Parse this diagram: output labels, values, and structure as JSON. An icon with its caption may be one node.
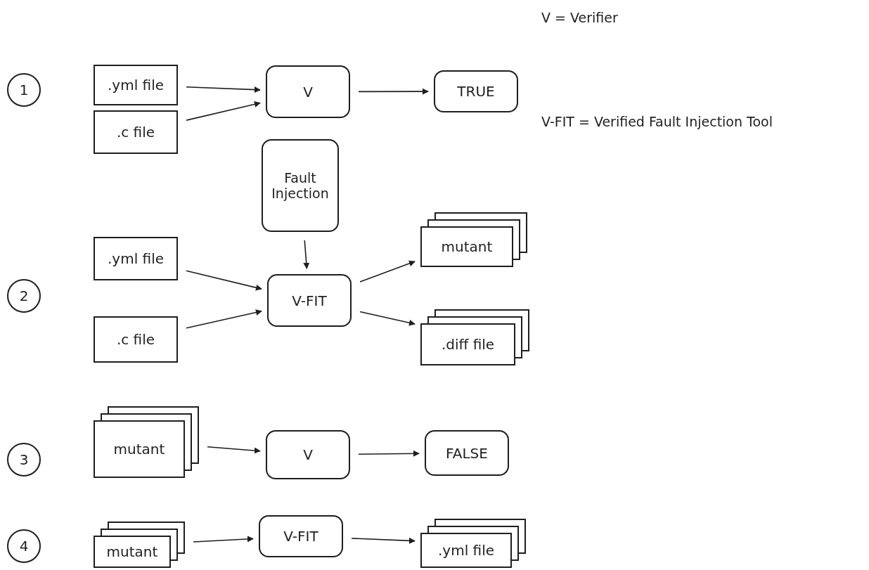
{
  "diagram": {
    "nodes": [
      {
        "text": [
          "1"
        ]
      },
      {
        "text": [
          ".yml file"
        ]
      },
      {
        "text": [
          ".c file"
        ]
      },
      {
        "text": [
          "V"
        ]
      },
      {
        "text": [
          "TRUE"
        ]
      },
      {
        "text": [
          "Fault Injection"
        ]
      },
      {
        "text": [
          "2"
        ]
      },
      {
        "text": [
          ".yml file"
        ]
      },
      {
        "text": [
          ".c file"
        ]
      },
      {
        "text": [
          "V-FIT"
        ]
      },
      {
        "text": [
          "mutant"
        ]
      },
      {
        "text": [
          ".diff file"
        ]
      },
      {
        "text": [
          "3"
        ]
      },
      {
        "text": [
          "mutant"
        ]
      },
      {
        "text": [
          "V"
        ]
      },
      {
        "text": [
          "FALSE"
        ]
      },
      {
        "text": [
          "4"
        ]
      },
      {
        "text": [
          "mutant"
        ]
      },
      {
        "text": [
          "V-FIT"
        ]
      },
      {
        "text": [
          ".yml file"
        ]
      }
    ],
    "edges": [
      {
        "from": 1,
        "to": 3,
        "arrow": "to"
      },
      {
        "from": 2,
        "to": 3,
        "arrow": "to"
      },
      {
        "from": 3,
        "to": 4,
        "arrow": "to"
      },
      {
        "from": 5,
        "to": 9,
        "arrow": "to"
      },
      {
        "from": 7,
        "to": 9,
        "arrow": "to"
      },
      {
        "from": 8,
        "to": 9,
        "arrow": "to"
      },
      {
        "from": 9,
        "to": 10,
        "arrow": "to"
      },
      {
        "from": 9,
        "to": 11,
        "arrow": "to"
      },
      {
        "from": 13,
        "to": 14,
        "arrow": "to"
      },
      {
        "from": 14,
        "to": 15,
        "arrow": "to"
      },
      {
        "from": 17,
        "to": 18,
        "arrow": "to"
      },
      {
        "from": 18,
        "to": 19,
        "arrow": "to"
      }
    ],
    "labels": [
      "V = Verifier",
      "V-FIT = Verified Fault Injection Tool"
    ]
  }
}
